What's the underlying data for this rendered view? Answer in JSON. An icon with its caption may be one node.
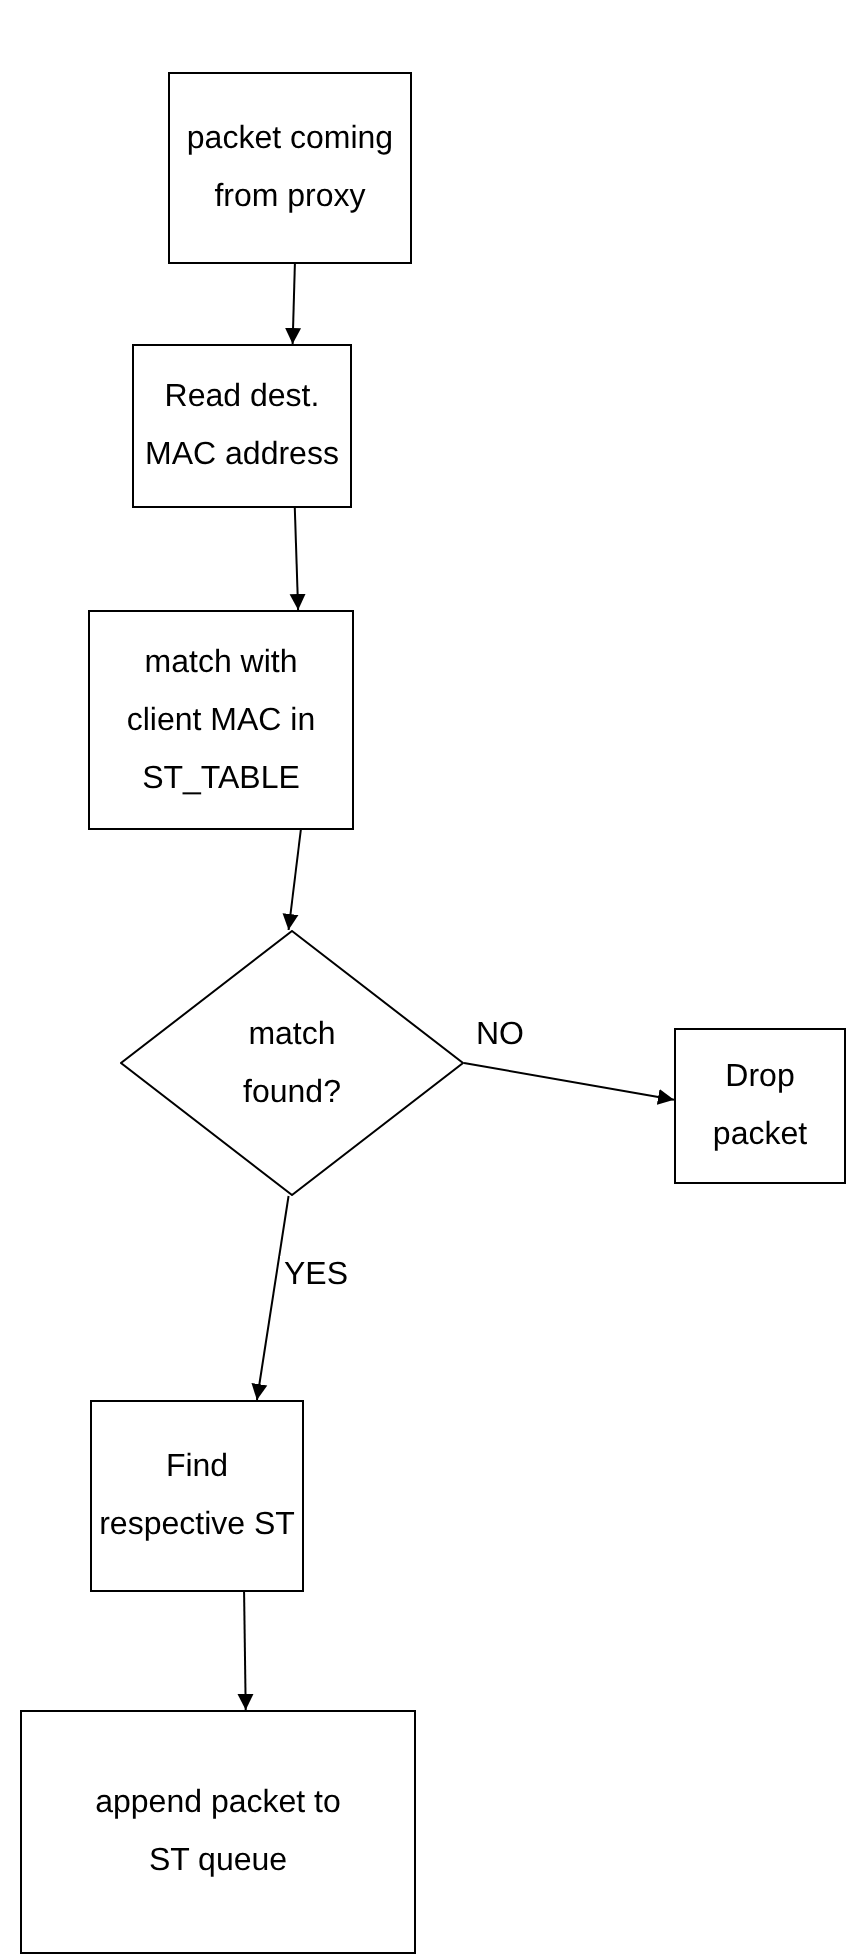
{
  "diagram": {
    "nodes": [
      {
        "text": [
          "packet coming from proxy"
        ]
      },
      {
        "text": [
          "Read dest. MAC address"
        ]
      },
      {
        "text": [
          "match with client MAC in ST_TABLE"
        ]
      },
      {
        "text": [
          "match found?"
        ]
      },
      {
        "text": [
          "Drop packet"
        ]
      },
      {
        "text": [
          "Find respective ST"
        ]
      },
      {
        "text": [
          "append packet to ST queue"
        ]
      }
    ],
    "edges": [
      {
        "from": 0,
        "to": 1,
        "arrow": "to"
      },
      {
        "from": 1,
        "to": 2,
        "arrow": "to"
      },
      {
        "from": 2,
        "to": 3,
        "arrow": "to"
      },
      {
        "from": 3,
        "to": 4,
        "arrow": "to",
        "label": "NO"
      },
      {
        "from": 3,
        "to": 5,
        "arrow": "to",
        "label": "YES"
      },
      {
        "from": 5,
        "to": 6,
        "arrow": "to"
      }
    ]
  }
}
